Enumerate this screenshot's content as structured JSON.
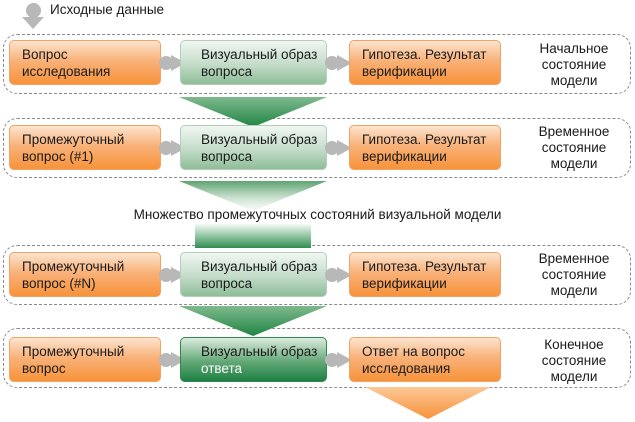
{
  "input_label": "Исходные данные",
  "middle_label": "Множество промежуточных состояний визуальной модели",
  "rows": [
    {
      "question": [
        "Вопрос",
        "исследования"
      ],
      "visual": [
        "Визуальный образ",
        "вопроса"
      ],
      "result": [
        "Гипотеза. Результат",
        "верификации"
      ],
      "state": [
        "Начальное",
        "состояние",
        "модели"
      ]
    },
    {
      "question": [
        "Промежуточный",
        "вопрос (#1)"
      ],
      "visual": [
        "Визуальный образ",
        "вопроса"
      ],
      "result": [
        "Гипотеза. Результат",
        "верификации"
      ],
      "state": [
        "Временное",
        "состояние",
        "модели"
      ]
    },
    {
      "question": [
        "Промежуточный",
        "вопрос (#N)"
      ],
      "visual": [
        "Визуальный образ",
        "вопроса"
      ],
      "result": [
        "Гипотеза. Результат",
        "верификации"
      ],
      "state": [
        "Временное",
        "состояние",
        "модели"
      ]
    },
    {
      "question": [
        "Промежуточный",
        "вопрос"
      ],
      "visual": [
        "Визуальный образ",
        "ответа"
      ],
      "result": [
        "Ответ на вопрос",
        "исследования"
      ],
      "state": [
        "Конечное",
        "состояние",
        "модели"
      ]
    }
  ],
  "colors": {
    "orange": "#f7933a",
    "green_light": "#8ebd98",
    "green_dark": "#1e8043",
    "connector_gray": "#b8b8b8",
    "frame_dash": "#8a8a8a"
  }
}
